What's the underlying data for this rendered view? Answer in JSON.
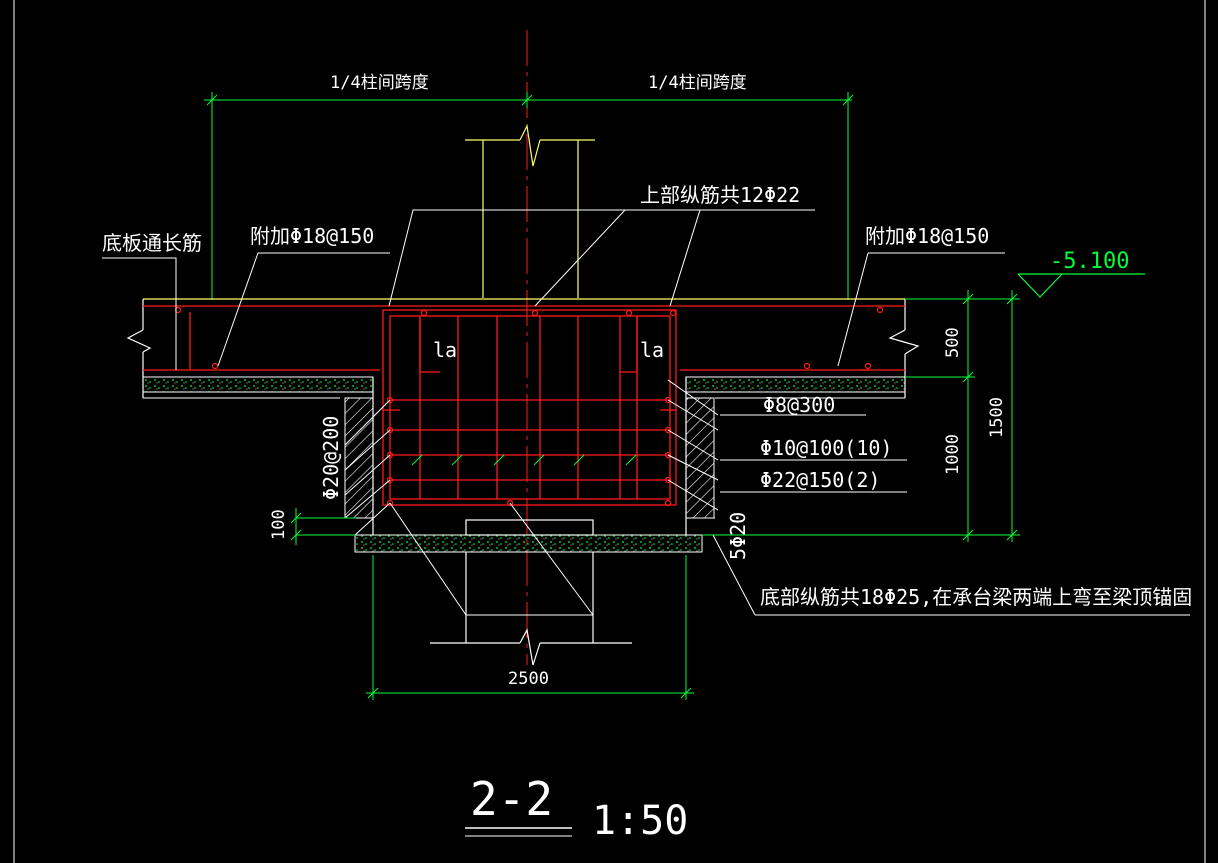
{
  "drawing": {
    "section_title": "2-2",
    "scale": "1:50"
  },
  "dimensions": {
    "top_left_span": "1/4柱间跨度",
    "top_right_span": "1/4柱间跨度",
    "right_500": "500",
    "right_1000": "1000",
    "right_1500": "1500",
    "bottom_width": "2500",
    "left_100": "100"
  },
  "elevation": {
    "value": "-5.100"
  },
  "annotations": {
    "slab_through_bar": "底板通长筋",
    "extra_left": "附加Φ18@150",
    "extra_right": "附加Φ18@150",
    "top_longitudinal": "上部纵筋共12Φ22",
    "anchor_left": "la",
    "anchor_right": "la",
    "side_bar": "Φ8@300",
    "stirrup": "Φ10@100(10)",
    "tie_bar": "Φ22@150(2)",
    "left_wall_bar": "Φ20@200",
    "right_wall_bar": "5Φ20",
    "bottom_longitudinal": "底部纵筋共18Φ25,在承台梁两端上弯至梁顶锚固"
  },
  "colors": {
    "background": "#000000",
    "dimension": "#00ff3a",
    "rebar": "#ff1a1a",
    "concrete": "#ffffff",
    "column": "#ffff66",
    "centerline": "#ff1a1a",
    "text": "#ffffff"
  }
}
